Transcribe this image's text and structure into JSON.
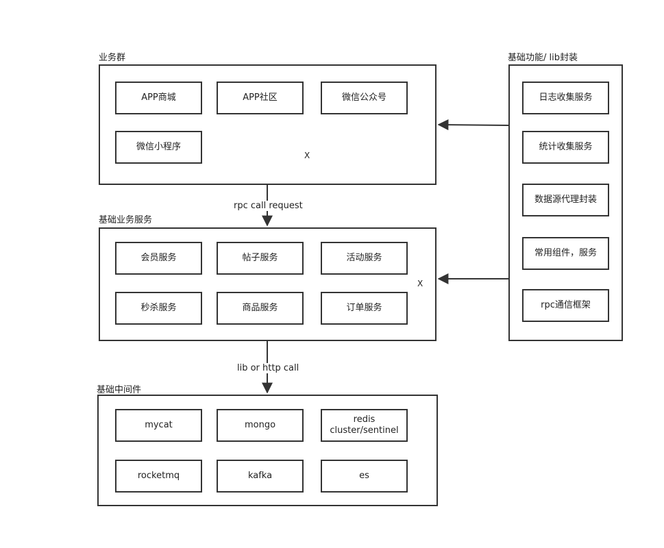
{
  "groups": {
    "business": {
      "label": "业务群",
      "nodes": [
        "APP商城",
        "APP社区",
        "微信公众号",
        "微信小程序"
      ]
    },
    "base_services": {
      "label": "基础业务服务",
      "nodes": [
        "会员服务",
        "帖子服务",
        "活动服务",
        "秒杀服务",
        "商品服务",
        "订单服务"
      ]
    },
    "middleware": {
      "label": "基础中间件",
      "nodes": [
        "mycat",
        "mongo",
        "redis\ncluster/sentinel",
        "rocketmq",
        "kafka",
        "es"
      ]
    },
    "lib": {
      "label": "基础功能/ lib封装",
      "nodes": [
        "日志收集服务",
        "统计收集服务",
        "数据源代理封装",
        "常用组件，服务",
        "rpc通信框架"
      ]
    }
  },
  "edges": {
    "rpc_label": "rpc call request",
    "lib_label": "lib or http call",
    "x_mark": "X"
  },
  "colors": {
    "stroke": "#333333",
    "text": "#222222",
    "background": "#ffffff"
  }
}
